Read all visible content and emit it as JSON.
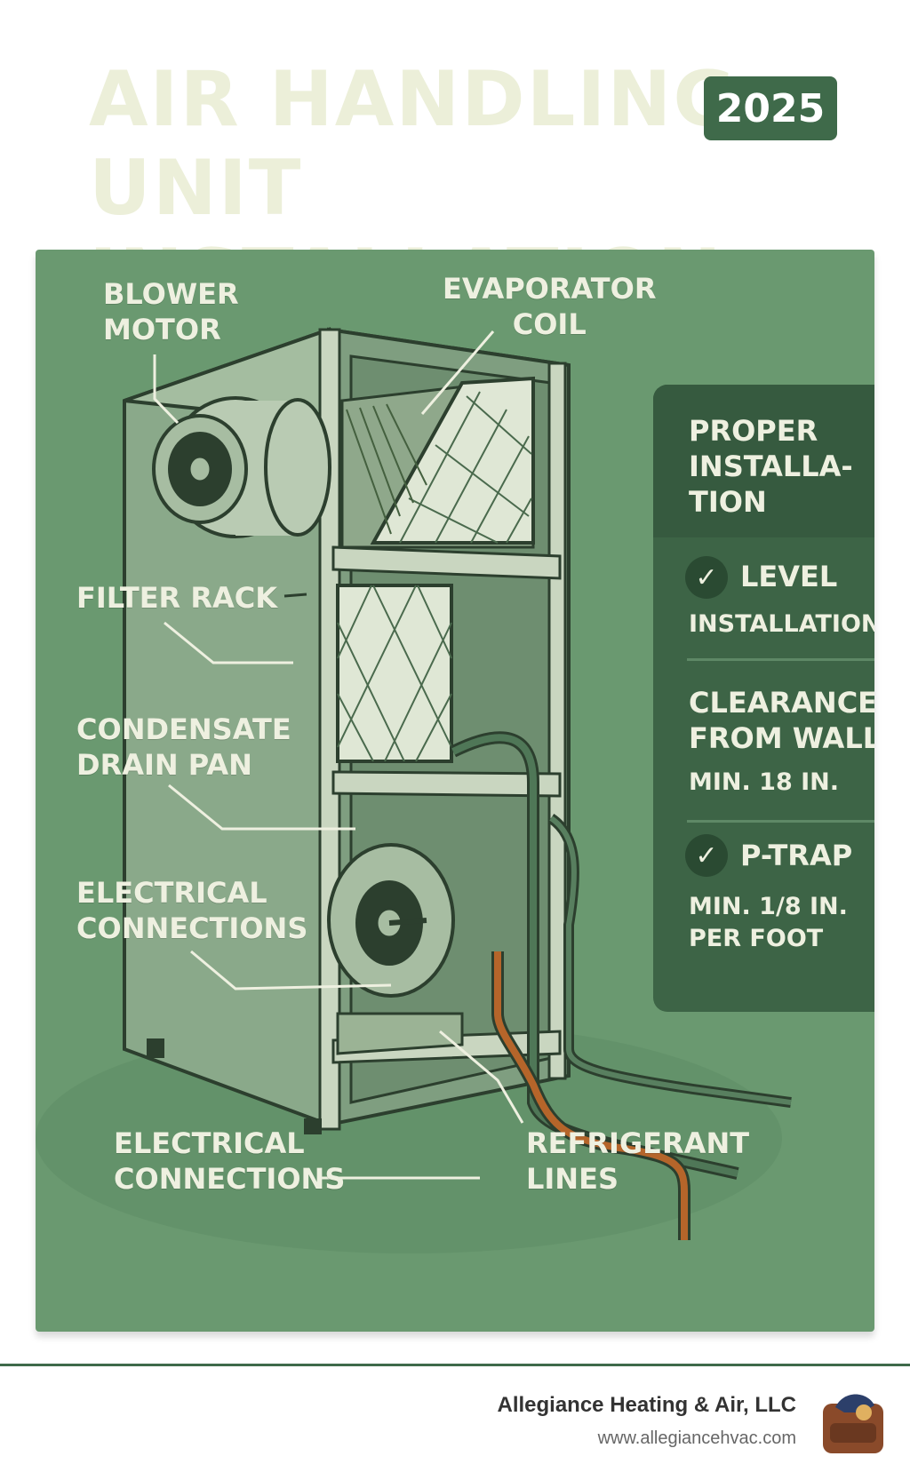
{
  "title": {
    "line1": "AIR HANDLING",
    "line2": "UNIT INSTALLATION"
  },
  "year_badge": "2025",
  "diagram": {
    "labels": {
      "blower_motor": "BLOWER\nMOTOR",
      "evaporator_coil": "EVAPORATOR\nCOIL",
      "filter_rack": "FILTER RACK",
      "condensate_drain_pan": "CONDENSATE\nDRAIN PAN",
      "electrical_connections_upper": "ELECTRICAL\nCONNECTIONS",
      "electrical_connections_lower": "ELECTRICAL\nCONNECTIONS",
      "refrigerant_lines": "REFRIGERANT\nLINES"
    }
  },
  "sidebar": {
    "heading": "PROPER\nINSTALLA-\nTION",
    "items": [
      {
        "title": "LEVEL",
        "detail": "INSTALLATION",
        "checked": true
      },
      {
        "title": "CLEARANCE\nFROM WALL",
        "detail": "MIN. 18 IN.",
        "checked": false
      },
      {
        "title": "P-TRAP",
        "detail": "MIN. 1/8 IN.\nPER FOOT",
        "checked": true
      }
    ]
  },
  "footer": {
    "company": "Allegiance Heating & Air, LLC",
    "url": "www.allegiancehvac.com"
  },
  "colors": {
    "panel": "#6a9970",
    "sidebar": "#3d6446",
    "title": "#ecefd9",
    "refrigerant_line": "#b5652a"
  }
}
